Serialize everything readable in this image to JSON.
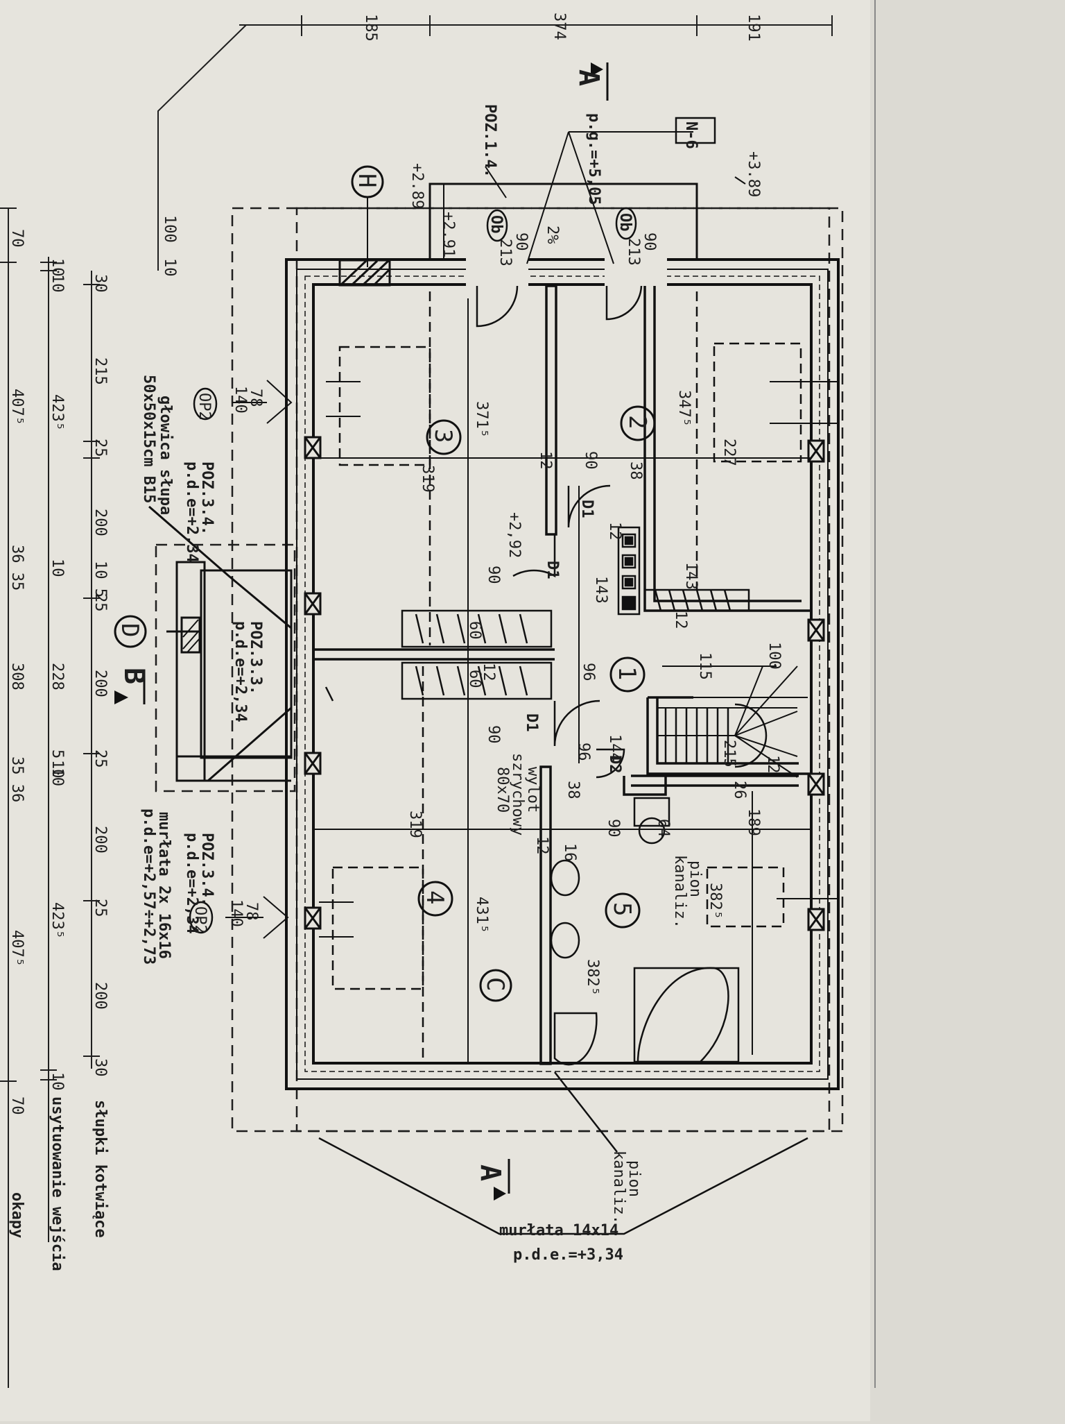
{
  "plan": {
    "dims_top": [
      "185",
      "374",
      "191"
    ],
    "dims_left_outer": [
      "70",
      "407⁵",
      "407⁵",
      "70"
    ],
    "dims_left_mid": [
      "10",
      "10",
      "423⁵",
      "10",
      "36 35",
      "308",
      "35 36",
      "10",
      "423⁵",
      "10"
    ],
    "dims_left_inner": [
      "30",
      "215",
      "25",
      "200",
      "10 5",
      "25",
      "228",
      "200",
      "25",
      "5 10",
      "200",
      "25",
      "200",
      "30"
    ],
    "dims_left_side": [
      "100",
      "10"
    ],
    "axes": {
      "h": "H",
      "d": "D",
      "c": "C"
    },
    "sections": {
      "a_top": "A",
      "a_bottom": "A",
      "b": "B"
    },
    "rooms": [
      {
        "num": "1",
        "w": "115",
        "l": "215"
      },
      {
        "num": "2",
        "w": "227",
        "l": "347⁵"
      },
      {
        "num": "3",
        "w": "319",
        "l": "371⁵"
      },
      {
        "num": "4",
        "w": "319",
        "l": "431⁵"
      },
      {
        "num": "5",
        "w": "189",
        "l": "382⁵",
        "l2": "382⁵"
      }
    ],
    "openings": {
      "ob": "Ob",
      "ob_l1": "90",
      "ob_l2": "213",
      "d1": "D1",
      "d2": "D2"
    },
    "op2": {
      "tag": "OP2",
      "w": "78",
      "h": "140"
    },
    "notes": {
      "pg": "p.g.=+5,05",
      "n6": "N-6",
      "poz14": "POZ.1.4.",
      "lvl_289": "+2.89",
      "lvl_291": "+2.91",
      "lvl_389": "+3.89",
      "lvl_292": "+2,92",
      "slope": "2%",
      "poz34": "POZ.3.4.",
      "pde234": "p.d.e=+2,34",
      "glowica_1": "głowica słupa",
      "glowica_2": "50x50x15cm B15",
      "poz33": "POZ.3.3.",
      "pde234b": "p.d.e=+2,34",
      "poz34b": "POZ.3.4.",
      "pde234c": "p.d.e=+2,34",
      "murlata1": "murłata 2x 16x16",
      "pde_range": "p.d.e=+2,57÷+2,73",
      "wylot_1": "wylot",
      "wylot_2": "szrychowy",
      "wylot_3": "80x70",
      "pion1_a": "pion",
      "pion1_b": "kanaliz.",
      "pion2_a": "pion",
      "pion2_b": "kanaliz.",
      "murlata2": "murłata  14x14",
      "pde334": "p.d.e.=+3,34",
      "slupki": "słupki kotwiące",
      "usytuowanie": "usytuowanie wejścia",
      "okapy": "okapy",
      "d_12a": "12",
      "d_90a": "90",
      "d_38a": "38",
      "d_12b": "12",
      "d_143a": "143",
      "d_143b": "143",
      "d_90b": "90",
      "d_60a": "60",
      "d_60b": "60",
      "d_12c": "12",
      "d_96": "96",
      "d_100": "100",
      "d_12d": "12",
      "d_90c": "90",
      "d_144": "144",
      "d_96b": "96",
      "d_38b": "38",
      "d_26": "26",
      "d_12e": "12",
      "d_16": "16",
      "d_90d": "90",
      "d_64": "64",
      "d_12f": "12"
    }
  }
}
